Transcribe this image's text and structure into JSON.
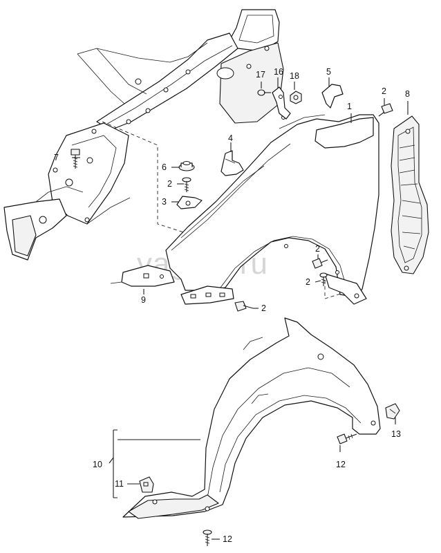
{
  "watermark": "vagtec.ru",
  "callouts": {
    "n1": "1",
    "n2a": "2",
    "n2b": "2",
    "n2c": "2",
    "n2d": "2",
    "n2e": "2",
    "n3": "3",
    "n4": "4",
    "n5": "5",
    "n6": "6",
    "n7": "7",
    "n8": "8",
    "n9": "9",
    "n10": "10",
    "n11": "11",
    "n12a": "12",
    "n12b": "12",
    "n13": "13",
    "n16": "16",
    "n17": "17",
    "n18": "18"
  }
}
